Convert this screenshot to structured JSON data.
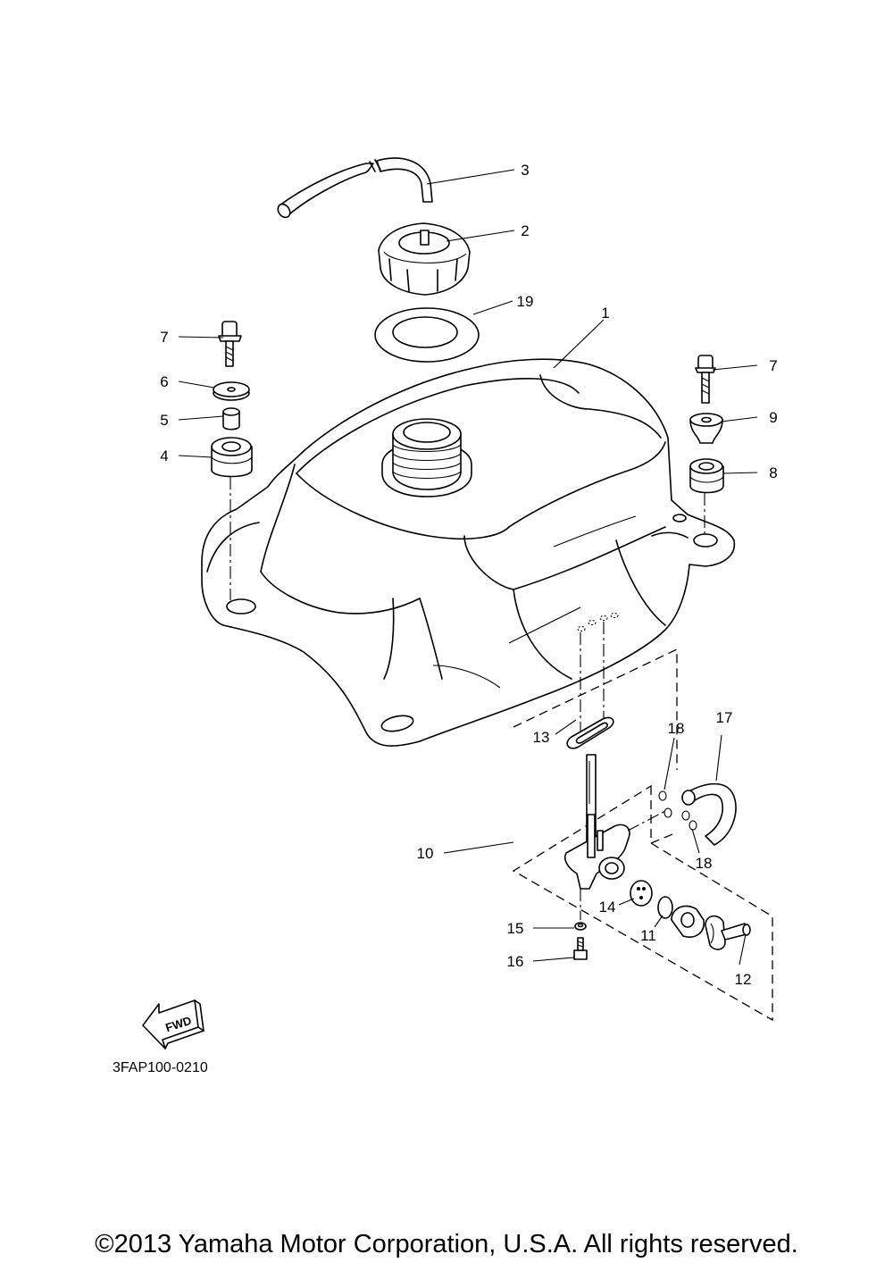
{
  "diagram": {
    "part_code": "3FAP100-0210",
    "fwd_label": "FWD",
    "callouts": [
      "1",
      "2",
      "3",
      "4",
      "5",
      "6",
      "7",
      "7",
      "8",
      "9",
      "10",
      "11",
      "12",
      "13",
      "14",
      "15",
      "16",
      "17",
      "18",
      "18",
      "19"
    ]
  },
  "footer": {
    "copyright": "©2013 Yamaha Motor Corporation, U.S.A. All rights reserved."
  },
  "colors": {
    "line": "#000000",
    "background": "#ffffff"
  }
}
